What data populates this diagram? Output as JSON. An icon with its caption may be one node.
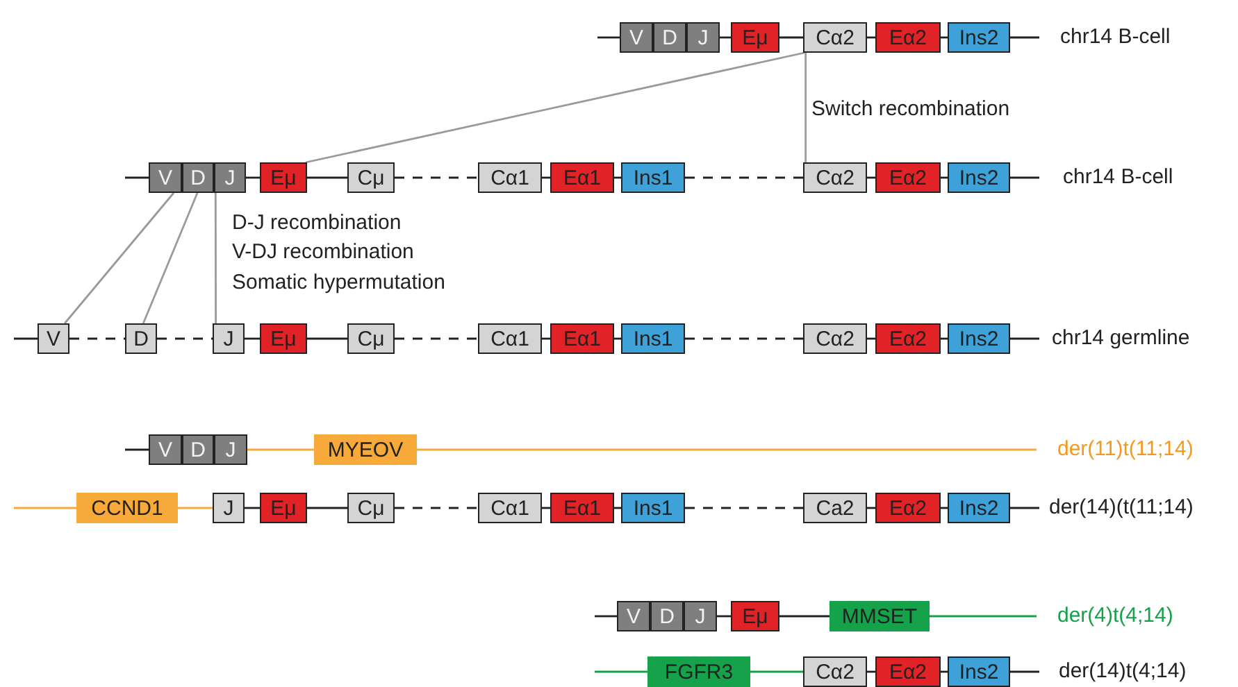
{
  "diagram": {
    "nodes": [
      {
        "text": [
          "V"
        ]
      },
      {
        "text": [
          "D"
        ]
      },
      {
        "text": [
          "J"
        ]
      },
      {
        "text": [
          "Eμ"
        ]
      },
      {
        "text": [
          "Cα2"
        ]
      },
      {
        "text": [
          "Eα2"
        ]
      },
      {
        "text": [
          "Ins2"
        ],
        "beside": [
          "chr14 B-cell"
        ]
      },
      {
        "text": [
          "V"
        ]
      },
      {
        "text": [
          "D"
        ]
      },
      {
        "text": [
          "J"
        ]
      },
      {
        "text": [
          "Eμ"
        ]
      },
      {
        "text": [
          "Cμ"
        ]
      },
      {
        "text": [
          "Cα1"
        ]
      },
      {
        "text": [
          "Eα1"
        ]
      },
      {
        "text": [
          "Ins1"
        ]
      },
      {
        "text": [
          "Cα2"
        ]
      },
      {
        "text": [
          "Eα2"
        ]
      },
      {
        "text": [
          "Ins2"
        ],
        "beside": [
          "chr14 B-cell"
        ]
      },
      {
        "text": [
          "V"
        ]
      },
      {
        "text": [
          "D"
        ]
      },
      {
        "text": [
          "J"
        ]
      },
      {
        "text": [
          "Eμ"
        ]
      },
      {
        "text": [
          "Cμ"
        ]
      },
      {
        "text": [
          "Cα1"
        ]
      },
      {
        "text": [
          "Eα1"
        ]
      },
      {
        "text": [
          "Ins1"
        ]
      },
      {
        "text": [
          "Cα2"
        ]
      },
      {
        "text": [
          "Eα2"
        ]
      },
      {
        "text": [
          "Ins2"
        ],
        "beside": [
          "chr14 germline"
        ]
      },
      {
        "text": [
          "V"
        ]
      },
      {
        "text": [
          "D"
        ]
      },
      {
        "text": [
          "J"
        ]
      },
      {
        "text": [
          "MYEOV"
        ]
      },
      {
        "text": [
          "CCND1"
        ]
      },
      {
        "text": [
          "J"
        ]
      },
      {
        "text": [
          "Eμ"
        ]
      },
      {
        "text": [
          "Cμ"
        ]
      },
      {
        "text": [
          "Cα1"
        ]
      },
      {
        "text": [
          "Eα1"
        ]
      },
      {
        "text": [
          "Ins1"
        ]
      },
      {
        "text": [
          "Ca2"
        ]
      },
      {
        "text": [
          "Eα2"
        ]
      },
      {
        "text": [
          "Ins2"
        ],
        "beside": [
          "der(14)(t(11;14)"
        ]
      },
      {
        "text": [
          "V"
        ]
      },
      {
        "text": [
          "D"
        ]
      },
      {
        "text": [
          "J"
        ]
      },
      {
        "text": [
          "Eμ"
        ]
      },
      {
        "text": [
          "MMSET"
        ]
      },
      {
        "text": [
          "FGFR3"
        ]
      },
      {
        "text": [
          "Cα2"
        ]
      },
      {
        "text": [
          "Eα2"
        ]
      },
      {
        "text": [
          "Ins2"
        ],
        "beside": [
          "der(14)t(4;14)"
        ]
      }
    ],
    "edges": [
      {
        "from": 4,
        "to": 10,
        "arrow": "none",
        "color": "#9a9a9a"
      },
      {
        "from": 4,
        "to": 15,
        "arrow": "none",
        "color": "#9a9a9a"
      },
      {
        "from": 7,
        "to": 18,
        "arrow": "none",
        "color": "#9a9a9a"
      },
      {
        "from": 8,
        "to": 19,
        "arrow": "none",
        "color": "#9a9a9a"
      },
      {
        "from": 9,
        "to": 20,
        "arrow": "none",
        "color": "#9a9a9a"
      },
      {
        "from": null,
        "to": 0,
        "arrow": "none"
      },
      {
        "from": 2,
        "to": 3,
        "arrow": "none"
      },
      {
        "from": 3,
        "to": 4,
        "arrow": "none"
      },
      {
        "from": 4,
        "to": 5,
        "arrow": "none"
      },
      {
        "from": 5,
        "to": 6,
        "arrow": "none"
      },
      {
        "from": 6,
        "to": null,
        "arrow": "none"
      },
      {
        "from": null,
        "to": 7,
        "arrow": "none"
      },
      {
        "from": 9,
        "to": 10,
        "arrow": "none"
      },
      {
        "from": 10,
        "to": 11,
        "arrow": "none"
      },
      {
        "from": 11,
        "to": 12,
        "arrow": "none",
        "style": "dashed"
      },
      {
        "from": 12,
        "to": 13,
        "arrow": "none"
      },
      {
        "from": 13,
        "to": 14,
        "arrow": "none"
      },
      {
        "from": 14,
        "to": 15,
        "arrow": "none",
        "style": "dashed"
      },
      {
        "from": 15,
        "to": 16,
        "arrow": "none"
      },
      {
        "from": 16,
        "to": 17,
        "arrow": "none"
      },
      {
        "from": 17,
        "to": null,
        "arrow": "none"
      },
      {
        "from": null,
        "to": 18,
        "arrow": "none"
      },
      {
        "from": 18,
        "to": 19,
        "arrow": "none",
        "style": "dashed"
      },
      {
        "from": 19,
        "to": 20,
        "arrow": "none",
        "style": "dashed"
      },
      {
        "from": 20,
        "to": 21,
        "arrow": "none"
      },
      {
        "from": 21,
        "to": 22,
        "arrow": "none"
      },
      {
        "from": 22,
        "to": 23,
        "arrow": "none",
        "style": "dashed"
      },
      {
        "from": 23,
        "to": 24,
        "arrow": "none"
      },
      {
        "from": 24,
        "to": 25,
        "arrow": "none"
      },
      {
        "from": 25,
        "to": 26,
        "arrow": "none",
        "style": "dashed"
      },
      {
        "from": 26,
        "to": 27,
        "arrow": "none"
      },
      {
        "from": 27,
        "to": 28,
        "arrow": "none"
      },
      {
        "from": 28,
        "to": null,
        "arrow": "none"
      },
      {
        "from": null,
        "to": 29,
        "arrow": "none"
      },
      {
        "from": 31,
        "to": 32,
        "arrow": "none",
        "color": "#f7aa3a"
      },
      {
        "from": 32,
        "to": null,
        "arrow": "none",
        "color": "#f7aa3a"
      },
      {
        "from": null,
        "to": 33,
        "arrow": "none",
        "color": "#f7aa3a"
      },
      {
        "from": 33,
        "to": 34,
        "arrow": "none",
        "color": "#f7aa3a"
      },
      {
        "from": 34,
        "to": 35,
        "arrow": "none"
      },
      {
        "from": 35,
        "to": 36,
        "arrow": "none"
      },
      {
        "from": 36,
        "to": 37,
        "arrow": "none",
        "style": "dashed"
      },
      {
        "from": 37,
        "to": 38,
        "arrow": "none"
      },
      {
        "from": 38,
        "to": 39,
        "arrow": "none"
      },
      {
        "from": 39,
        "to": 40,
        "arrow": "none",
        "style": "dashed"
      },
      {
        "from": 40,
        "to": 41,
        "arrow": "none"
      },
      {
        "from": 41,
        "to": 42,
        "arrow": "none"
      },
      {
        "from": 42,
        "to": null,
        "arrow": "none"
      },
      {
        "from": null,
        "to": 43,
        "arrow": "none"
      },
      {
        "from": 45,
        "to": 46,
        "arrow": "none"
      },
      {
        "from": 46,
        "to": 47,
        "arrow": "none"
      },
      {
        "from": 47,
        "to": null,
        "arrow": "none",
        "color": "#16a24b"
      },
      {
        "from": null,
        "to": 48,
        "arrow": "none",
        "color": "#16a24b"
      },
      {
        "from": 48,
        "to": 49,
        "arrow": "none",
        "color": "#16a24b"
      },
      {
        "from": 49,
        "to": 50,
        "arrow": "none"
      },
      {
        "from": 50,
        "to": 51,
        "arrow": "none"
      },
      {
        "from": 51,
        "to": null,
        "arrow": "none"
      }
    ],
    "labels": [
      "Switch recombination",
      "D-J recombination",
      "V-DJ recombination",
      "Somatic hypermutation",
      "der(11)t(11;14)",
      "der(4)t(4;14)"
    ]
  }
}
